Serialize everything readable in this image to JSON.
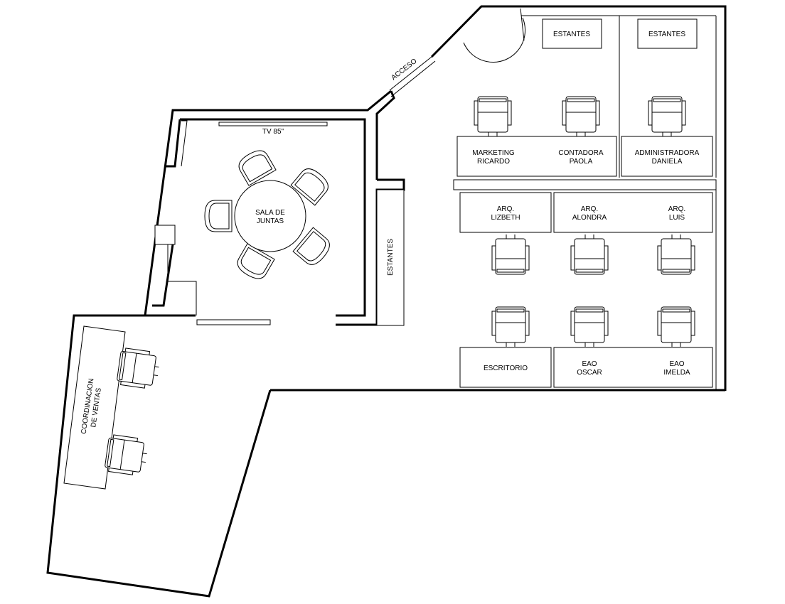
{
  "labels": {
    "tv": "TV 85\"",
    "acceso": "ACCESO",
    "sala_l1": "SALA DE",
    "sala_l2": "JUNTAS",
    "estantes_vertical": "ESTANTES",
    "estantes_1": "ESTANTES",
    "estantes_2": "ESTANTES",
    "marketing_l1": "MARKETING",
    "marketing_l2": "RICARDO",
    "contadora_l1": "CONTADORA",
    "contadora_l2": "PAOLA",
    "admin_l1": "ADMINISTRADORA",
    "admin_l2": "DANIELA",
    "arq1_l1": "ARQ.",
    "arq1_l2": "LIZBETH",
    "arq2_l1": "ARQ.",
    "arq2_l2": "ALONDRA",
    "arq3_l1": "ARQ.",
    "arq3_l2": "LUIS",
    "escritorio": "ESCRITORIO",
    "eao1_l1": "EAO",
    "eao1_l2": "OSCAR",
    "eao2_l1": "EAO",
    "eao2_l2": "IMELDA",
    "coord_l1": "COORDINACION",
    "coord_l2": "DE VENTAS"
  }
}
